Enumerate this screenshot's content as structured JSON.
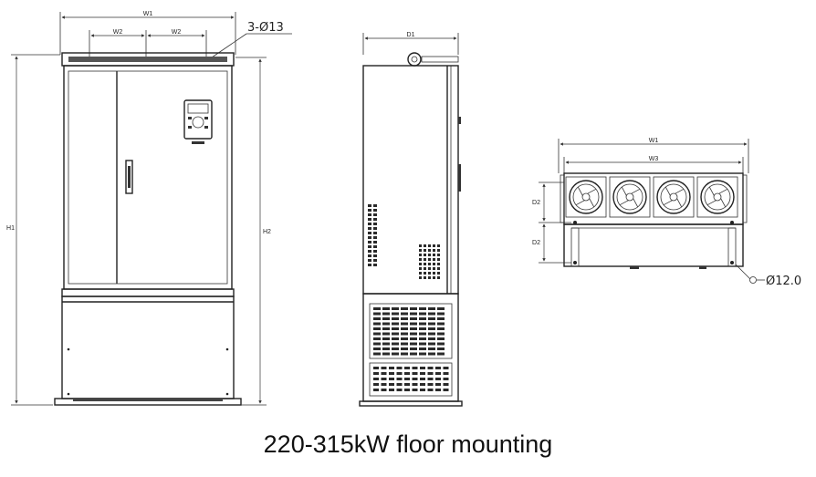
{
  "caption": "220-315kW floor mounting",
  "front_view": {
    "dim_w1": "W1",
    "dim_w2_left": "W2",
    "dim_w2_right": "W2",
    "dim_h1": "H1",
    "dim_h2": "H2",
    "hole_note": "3-Ø13"
  },
  "side_view": {
    "dim_d1": "D1"
  },
  "bottom_view": {
    "dim_w1": "W1",
    "dim_w3": "W3",
    "dim_d2_upper": "D2",
    "dim_d2_lower": "D2",
    "hole_note": "Ø12.0"
  }
}
